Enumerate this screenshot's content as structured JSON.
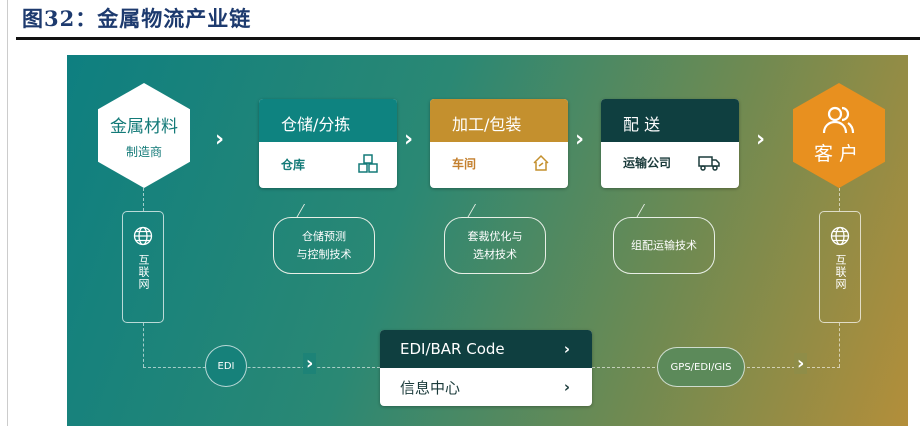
{
  "title": "图32：金属物流产业链",
  "source_node": {
    "main": "金属材料",
    "sub": "制造商"
  },
  "target_node": {
    "main": "客户",
    "icon": "users-icon"
  },
  "stages": [
    {
      "header": "仓储/分拣",
      "body": "仓库",
      "icon": "cubes-icon",
      "color": "#0e8380",
      "bubble": [
        "仓储预测",
        "与控制技术"
      ]
    },
    {
      "header": "加工/包装",
      "body": "车间",
      "icon": "house-icon",
      "color": "#c4902e",
      "bubble": [
        "套裁优化与",
        "选材技术"
      ]
    },
    {
      "header": "配 送",
      "body": "运输公司",
      "icon": "truck-icon",
      "color": "#0f3f40",
      "bubble": [
        "组配运输技术"
      ]
    }
  ],
  "internet_label": "互联网",
  "left_channel": "EDI",
  "right_channel": "GPS/EDI/GIS",
  "info_center": {
    "row1": "EDI/BAR Code",
    "row2": "信息中心"
  },
  "chevron": "›"
}
